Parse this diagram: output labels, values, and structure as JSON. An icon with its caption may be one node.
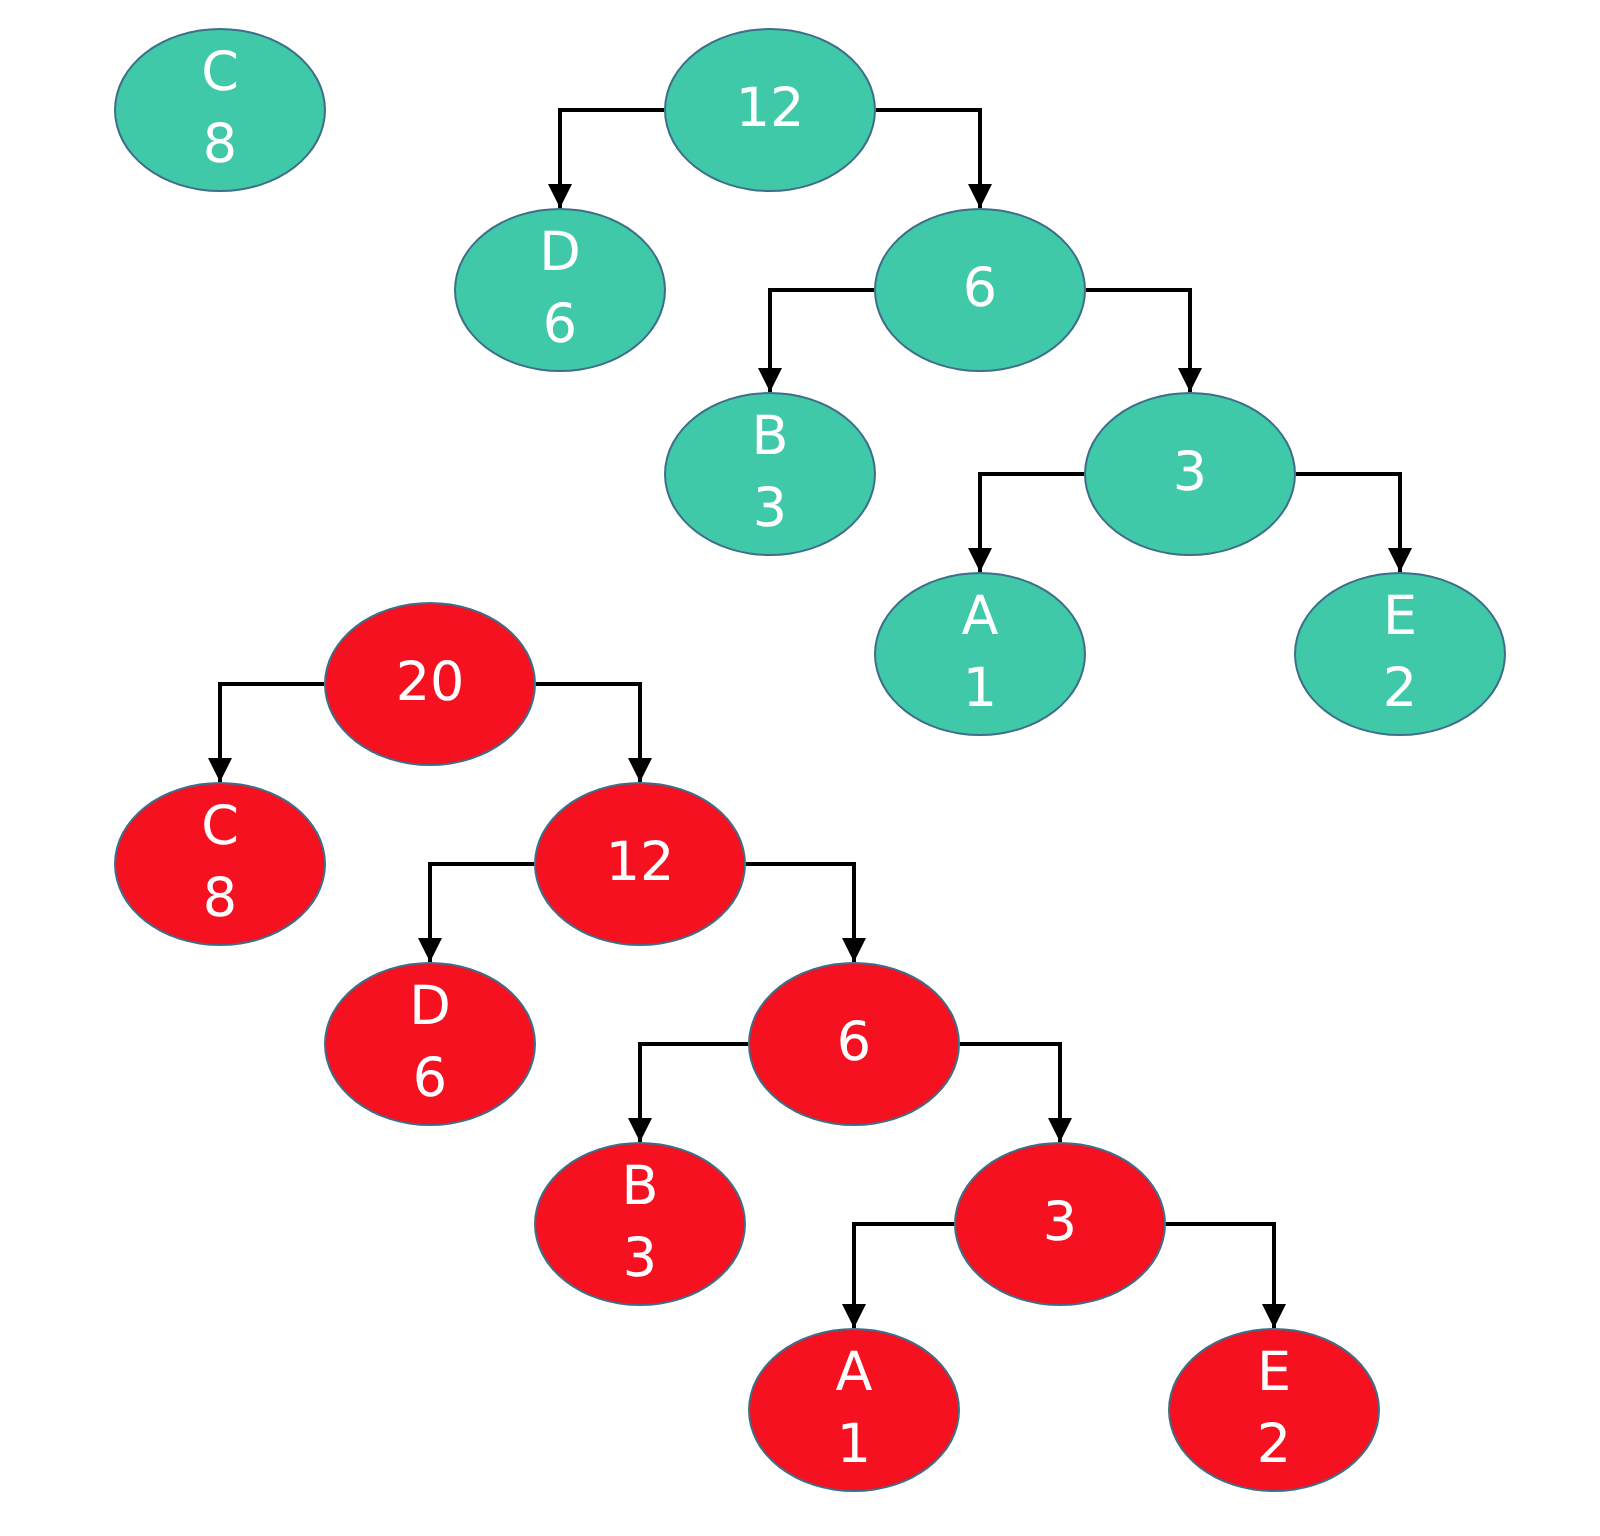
{
  "diagram": {
    "nodes": [
      {
        "text": [
          "C",
          "8"
        ]
      },
      {
        "text": [
          "12"
        ]
      },
      {
        "text": [
          "D",
          "6"
        ]
      },
      {
        "text": [
          "6"
        ]
      },
      {
        "text": [
          "B",
          "3"
        ]
      },
      {
        "text": [
          "3"
        ]
      },
      {
        "text": [
          "A",
          "1"
        ]
      },
      {
        "text": [
          "E",
          "2"
        ]
      },
      {
        "text": [
          "20"
        ]
      },
      {
        "text": [
          "C",
          "8"
        ]
      },
      {
        "text": [
          "12"
        ]
      },
      {
        "text": [
          "D",
          "6"
        ]
      },
      {
        "text": [
          "6"
        ]
      },
      {
        "text": [
          "B",
          "3"
        ]
      },
      {
        "text": [
          "3"
        ]
      },
      {
        "text": [
          "A",
          "1"
        ]
      },
      {
        "text": [
          "E",
          "2"
        ]
      }
    ],
    "edges": [
      {
        "from": 1,
        "to": 2,
        "arrow": "to"
      },
      {
        "from": 1,
        "to": 3,
        "arrow": "to"
      },
      {
        "from": 3,
        "to": 4,
        "arrow": "to"
      },
      {
        "from": 3,
        "to": 5,
        "arrow": "to"
      },
      {
        "from": 5,
        "to": 6,
        "arrow": "to"
      },
      {
        "from": 5,
        "to": 7,
        "arrow": "to"
      },
      {
        "from": 8,
        "to": 9,
        "arrow": "to"
      },
      {
        "from": 8,
        "to": 10,
        "arrow": "to"
      },
      {
        "from": 10,
        "to": 11,
        "arrow": "to"
      },
      {
        "from": 10,
        "to": 12,
        "arrow": "to"
      },
      {
        "from": 12,
        "to": 13,
        "arrow": "to"
      },
      {
        "from": 12,
        "to": 14,
        "arrow": "to"
      },
      {
        "from": 14,
        "to": 15,
        "arrow": "to"
      },
      {
        "from": 14,
        "to": 16,
        "arrow": "to"
      }
    ]
  }
}
